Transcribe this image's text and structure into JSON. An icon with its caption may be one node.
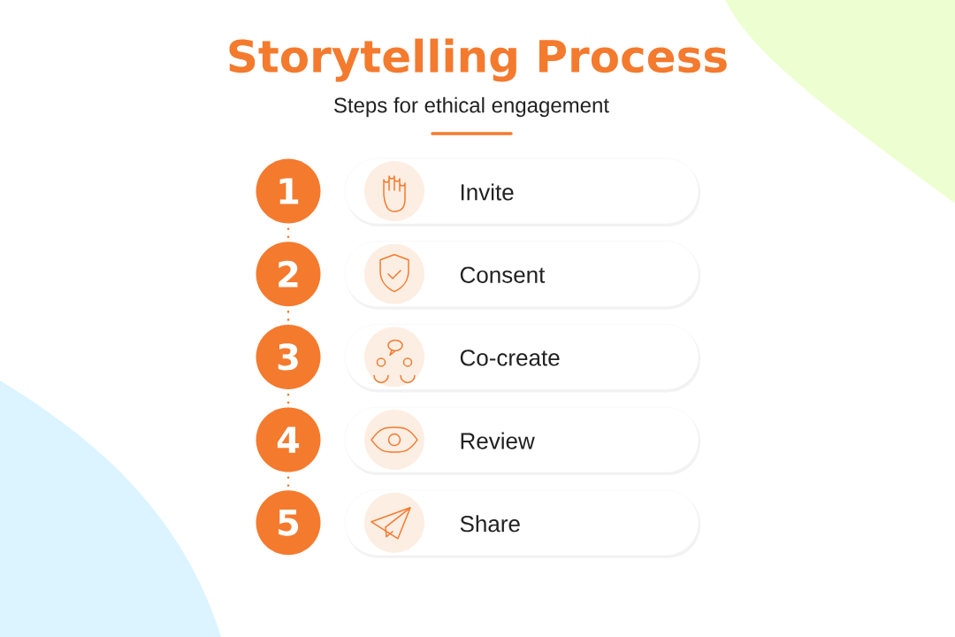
{
  "diagram": {
    "title": "Storytelling Process",
    "caption": "Steps for ethical engagement",
    "nodes": [
      {
        "text": [
          "1"
        ]
      },
      {
        "text": [
          "Invite"
        ]
      },
      {
        "text": [
          "2"
        ]
      },
      {
        "text": [
          "Consent"
        ]
      },
      {
        "text": [
          "3"
        ]
      },
      {
        "text": [
          "Co-create"
        ]
      },
      {
        "text": [
          "4"
        ]
      },
      {
        "text": [
          "Review"
        ]
      },
      {
        "text": [
          "5"
        ]
      },
      {
        "text": [
          "Share"
        ]
      }
    ],
    "edges": [
      {
        "from": 0,
        "to": 2,
        "arrow": "none"
      },
      {
        "from": 2,
        "to": 4,
        "arrow": "none"
      },
      {
        "from": 4,
        "to": 6,
        "arrow": "none"
      },
      {
        "from": 6,
        "to": 8,
        "arrow": "none"
      }
    ]
  }
}
